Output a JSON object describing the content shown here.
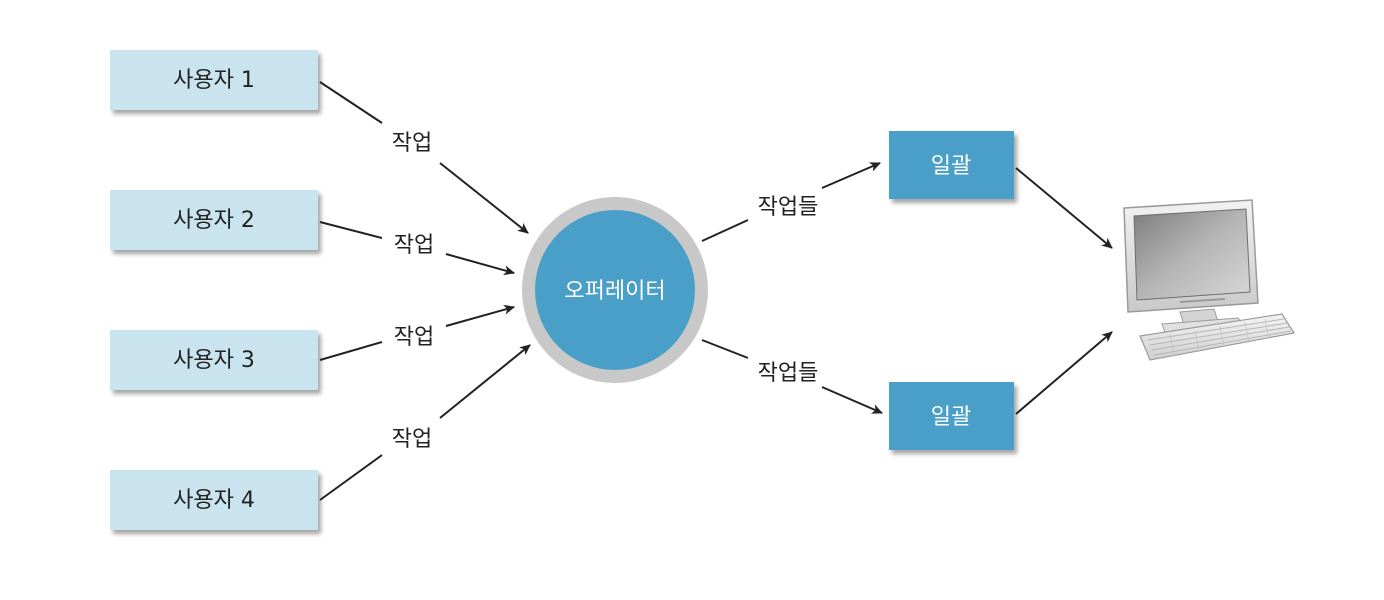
{
  "users": [
    {
      "label": "사용자 1"
    },
    {
      "label": "사용자 2"
    },
    {
      "label": "사용자 3"
    },
    {
      "label": "사용자 4"
    }
  ],
  "job_label": "작업",
  "operator": {
    "label": "오퍼레이터"
  },
  "jobs_label": "작업들",
  "batches": [
    {
      "label": "일괄"
    },
    {
      "label": "일괄"
    }
  ],
  "computer": {
    "icon": "desktop-computer-icon"
  },
  "colors": {
    "user_box": "#c9e4ee",
    "batch_box": "#4a9fc8",
    "operator_fill": "#4a9fc8",
    "operator_ring": "#c8c8c8",
    "arrow": "#222222",
    "label_text": "#222222",
    "white_text": "#ffffff"
  }
}
